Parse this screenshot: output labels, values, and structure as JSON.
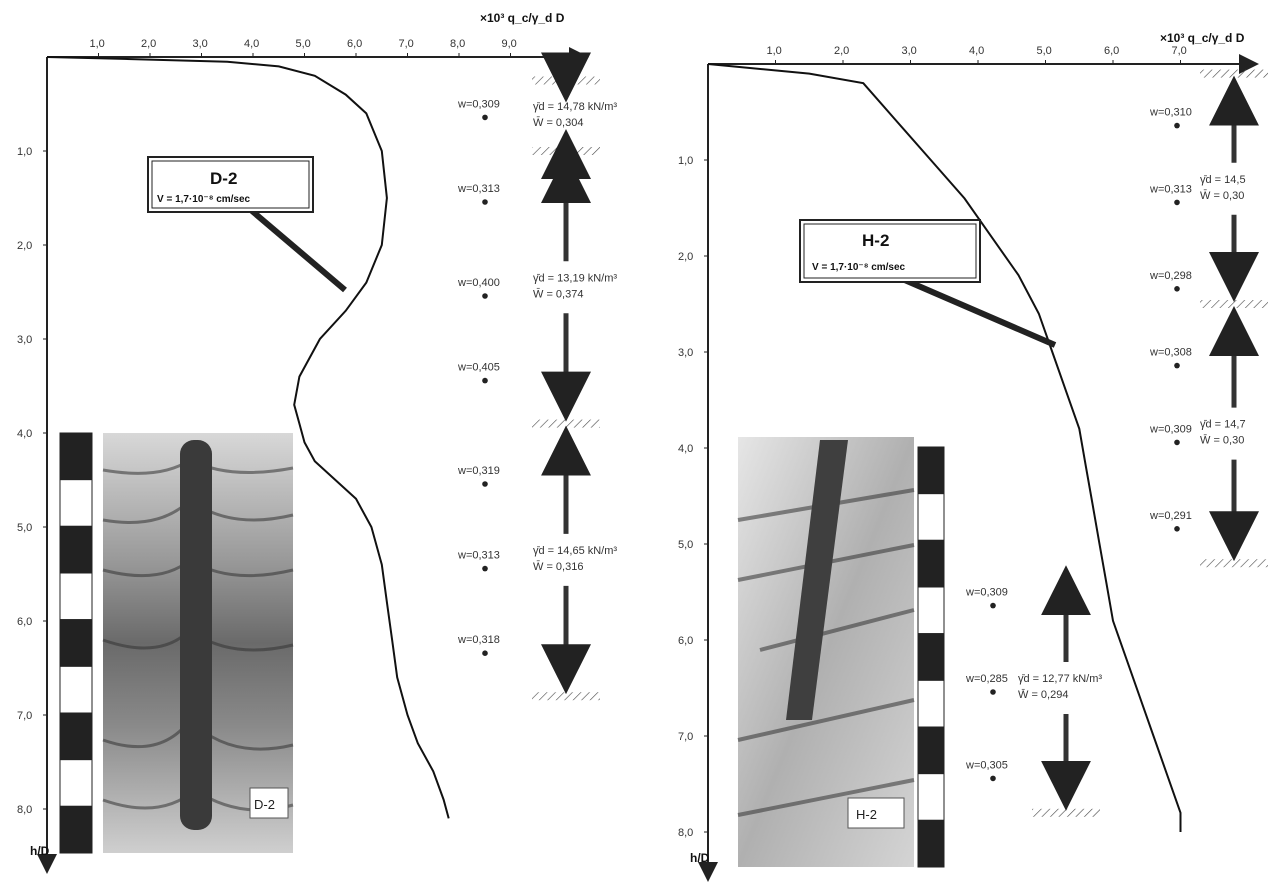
{
  "chart_data": [
    {
      "type": "line",
      "id": "D-2",
      "x_axis_label": "×10³ q_c/γ_d D",
      "y_axis_label": "h/D",
      "x_ticks": [
        "1,0",
        "2,0",
        "3,0",
        "4,0",
        "5,0",
        "6,0",
        "7,0",
        "8,0",
        "9,0"
      ],
      "y_ticks": [
        "1,0",
        "2,0",
        "3,0",
        "4,0",
        "5,0",
        "6,0",
        "7,0",
        "8,0"
      ],
      "xlim": [
        0,
        10
      ],
      "ylim": [
        0,
        8.5
      ],
      "box_title": "D-2",
      "box_subtitle": "V = 1,7·10⁻⁸ cm/sec",
      "photo_label": "D-2",
      "curve": {
        "x": [
          0,
          1.5,
          3.5,
          4.5,
          5.2,
          5.8,
          6.2,
          6.5,
          6.6,
          6.5,
          6.2,
          5.8,
          5.3,
          4.9,
          4.8,
          4.9,
          5.0,
          5.2,
          5.6,
          6.0,
          6.3,
          6.5,
          6.6,
          6.7,
          6.8,
          7.0,
          7.2,
          7.5,
          7.7,
          7.8
        ],
        "y": [
          0,
          0.02,
          0.05,
          0.1,
          0.2,
          0.4,
          0.6,
          1.0,
          1.5,
          2.0,
          2.4,
          2.7,
          3.0,
          3.4,
          3.7,
          3.9,
          4.1,
          4.3,
          4.5,
          4.7,
          5.0,
          5.4,
          5.8,
          6.2,
          6.6,
          7.0,
          7.3,
          7.6,
          7.9,
          8.1
        ]
      },
      "moisture_points": [
        {
          "label": "w=0,309",
          "y": 0.6
        },
        {
          "label": "w=0,313",
          "y": 1.5
        },
        {
          "label": "w=0,400",
          "y": 2.5
        },
        {
          "label": "w=0,405",
          "y": 3.4
        },
        {
          "label": "w=0,319",
          "y": 4.5
        },
        {
          "label": "w=0,313",
          "y": 5.4
        },
        {
          "label": "w=0,318",
          "y": 6.3
        }
      ],
      "layers": [
        {
          "gamma": "γ̄d = 14,78 kN/m³",
          "w": "W̄ = 0,304",
          "top": 0.25,
          "bottom": 1.0
        },
        {
          "gamma": "γ̄d = 13,19 kN/m³",
          "w": "W̄ = 0,374",
          "top": 1.0,
          "bottom": 3.9
        },
        {
          "gamma": "γ̄d = 14,65 kN/m³",
          "w": "W̄ = 0,316",
          "top": 3.9,
          "bottom": 6.8
        }
      ]
    },
    {
      "type": "line",
      "id": "H-2",
      "x_axis_label": "×10³ q_c/γ_d D",
      "y_axis_label": "h/D",
      "x_ticks": [
        "1,0",
        "2,0",
        "3,0",
        "4,0",
        "5,0",
        "6,0",
        "7,0"
      ],
      "y_ticks": [
        "1,0",
        "2,0",
        "3,0",
        "4,0",
        "5,0",
        "6,0",
        "7,0",
        "8,0"
      ],
      "xlim": [
        0,
        8
      ],
      "ylim": [
        0,
        8.5
      ],
      "box_title": "H-2",
      "box_subtitle": "V = 1,7·10⁻⁸ cm/sec",
      "photo_label": "H-2",
      "curve": {
        "x": [
          0,
          1.5,
          2.3,
          2.8,
          3.3,
          3.8,
          4.2,
          4.6,
          4.9,
          5.1,
          5.3,
          5.5,
          5.6,
          5.7,
          5.8,
          5.9,
          6.0,
          6.2,
          6.4,
          6.6,
          6.8,
          7.0,
          7.0
        ],
        "y": [
          0,
          0.1,
          0.2,
          0.6,
          1.0,
          1.4,
          1.8,
          2.2,
          2.6,
          3.0,
          3.4,
          3.8,
          4.2,
          4.6,
          5.0,
          5.4,
          5.8,
          6.2,
          6.6,
          7.0,
          7.4,
          7.8,
          8.0
        ]
      },
      "moisture_points": [
        {
          "label": "w=0,310",
          "y": 0.6
        },
        {
          "label": "w=0,313",
          "y": 1.4
        },
        {
          "label": "w=0,298",
          "y": 2.3
        },
        {
          "label": "w=0,308",
          "y": 3.1
        },
        {
          "label": "w=0,309",
          "y": 3.9
        },
        {
          "label": "w=0,291",
          "y": 4.8
        },
        {
          "label": "w=0,309",
          "y": 5.6
        },
        {
          "label": "w=0,285",
          "y": 6.5
        },
        {
          "label": "w=0,305",
          "y": 7.4
        }
      ],
      "layers": [
        {
          "gamma": "γ̄d = 14,5",
          "w": "W̄ = 0,30",
          "top": 0.1,
          "bottom": 2.5
        },
        {
          "gamma": "γ̄d = 14,7",
          "w": "W̄ = 0,30",
          "top": 2.5,
          "bottom": 5.2
        },
        {
          "gamma": "γ̄d = 12,77 kN/m³",
          "w": "W̄ = 0,294",
          "top": 5.2,
          "bottom": 7.8
        }
      ]
    }
  ]
}
